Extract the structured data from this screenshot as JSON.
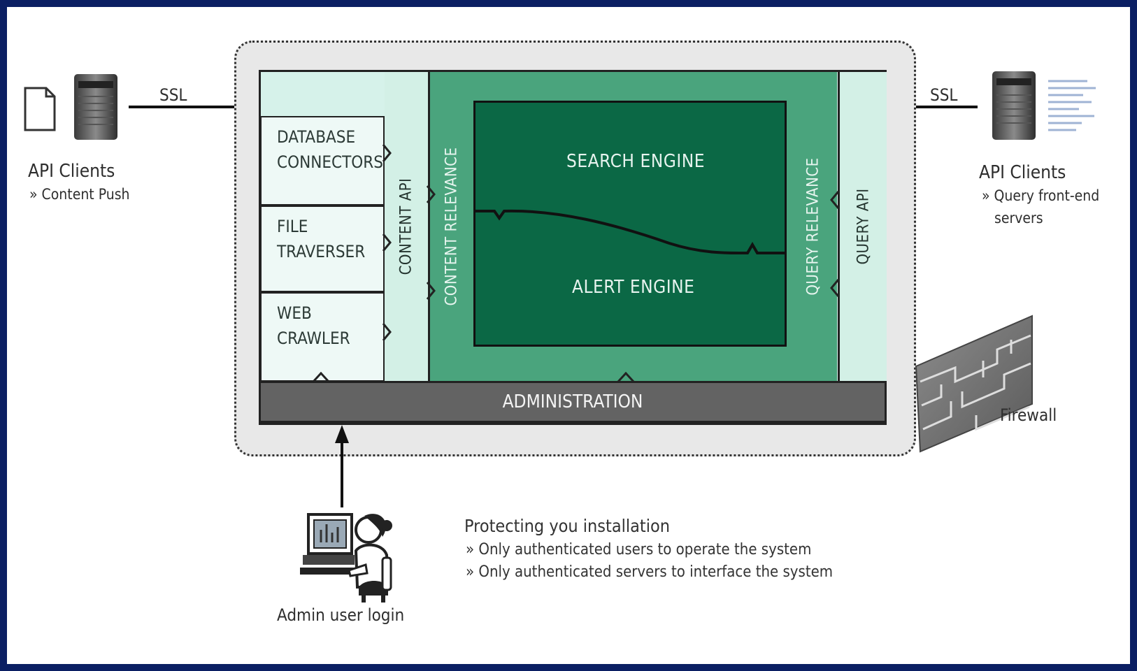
{
  "left_client": {
    "ssl_label": "SSL",
    "title": "API Clients",
    "subtitle": "» Content Push"
  },
  "right_client": {
    "ssl_label": "SSL",
    "title": "API Clients",
    "subtitle_line1": "» Query front-end",
    "subtitle_line2": "servers"
  },
  "connectors": [
    {
      "line1": "DATABASE",
      "line2": "CONNECTORS"
    },
    {
      "line1": "FILE",
      "line2": "TRAVERSER"
    },
    {
      "line1": "WEB",
      "line2": "CRAWLER"
    }
  ],
  "strips": {
    "content_api": "CONTENT API",
    "content_relevance": "CONTENT RELEVANCE",
    "query_relevance": "QUERY RELEVANCE",
    "query_api": "QUERY API"
  },
  "engines": {
    "search": "SEARCH ENGINE",
    "alert": "ALERT ENGINE"
  },
  "administration": "ADMINISTRATION",
  "firewall_label": "Firewall",
  "admin_label": "Admin user login",
  "notes": {
    "title": "Protecting you installation",
    "bullet1": "» Only authenticated users to operate the system",
    "bullet2": "» Only authenticated servers to interface the system"
  },
  "colors": {
    "light_teal": "#d3f0e6",
    "mid_green": "#4aa47d",
    "dark_green": "#0b6845",
    "admin_gray": "#636363",
    "page_frame": "#0b1f63"
  }
}
